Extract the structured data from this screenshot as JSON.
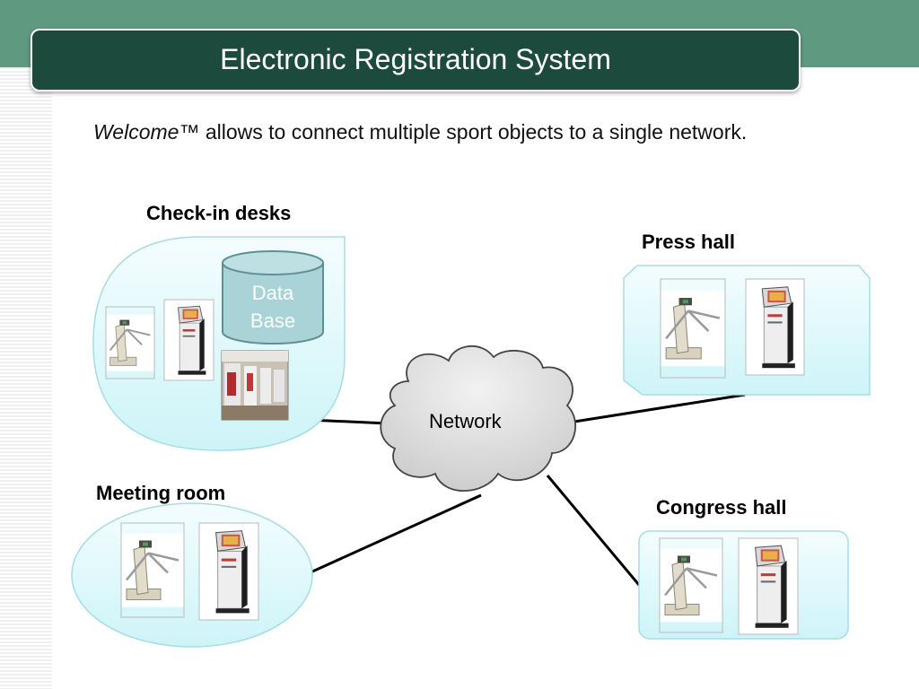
{
  "header": {
    "title": "Electronic Registration System"
  },
  "intro": {
    "brand": "Welcome",
    "trademark": "™",
    "text": " allows to connect multiple sport objects to a single network."
  },
  "nodes": {
    "checkin": {
      "label": "Check-in desks",
      "database_label_line1": "Data",
      "database_label_line2": "Base"
    },
    "press": {
      "label": "Press hall"
    },
    "meeting": {
      "label": "Meeting room"
    },
    "congress": {
      "label": "Congress hall"
    },
    "network": {
      "label": "Network"
    }
  },
  "colors": {
    "title_bg": "#1c4a3d",
    "top_band": "#5f9a80",
    "zone_fill": "#dff8fb",
    "cloud_fill": "#d8d8d8",
    "database_fill": "#a9d3d6"
  },
  "icons": {
    "turnstile": "turnstile-icon",
    "kiosk": "kiosk-icon",
    "booth": "registration-booth-photo"
  }
}
